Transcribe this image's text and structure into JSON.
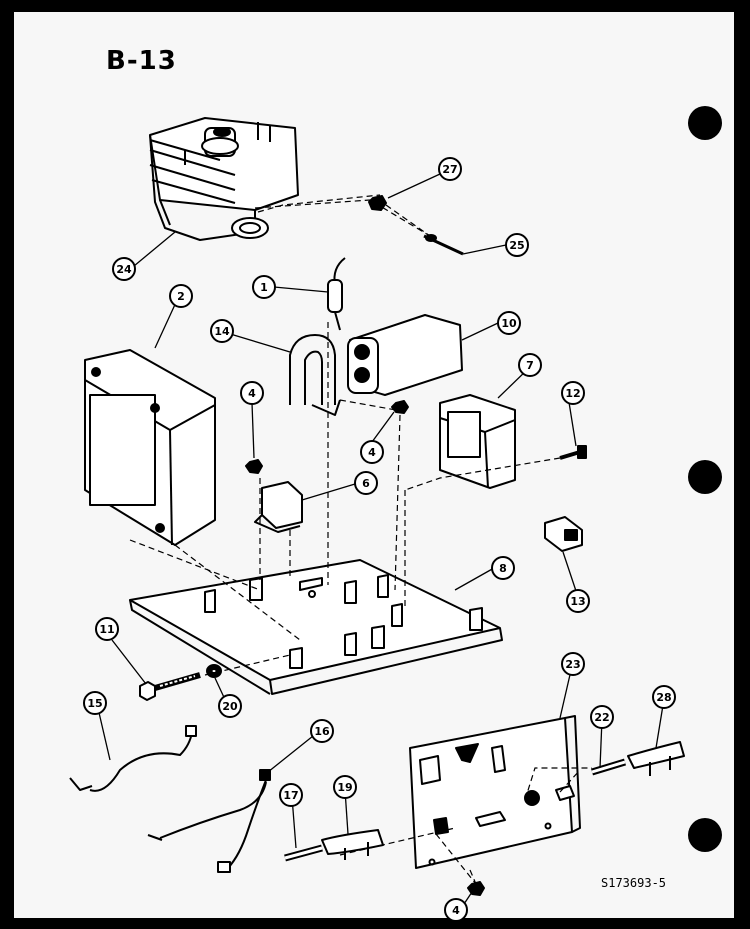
{
  "diagram_title": "B-13",
  "drawing_number": "S173693-5",
  "callouts": [
    "27",
    "25",
    "24",
    "1",
    "2",
    "14",
    "10",
    "7",
    "4",
    "12",
    "4",
    "6",
    "13",
    "8",
    "11",
    "20",
    "15",
    "16",
    "23",
    "22",
    "28",
    "17",
    "19",
    "4"
  ]
}
